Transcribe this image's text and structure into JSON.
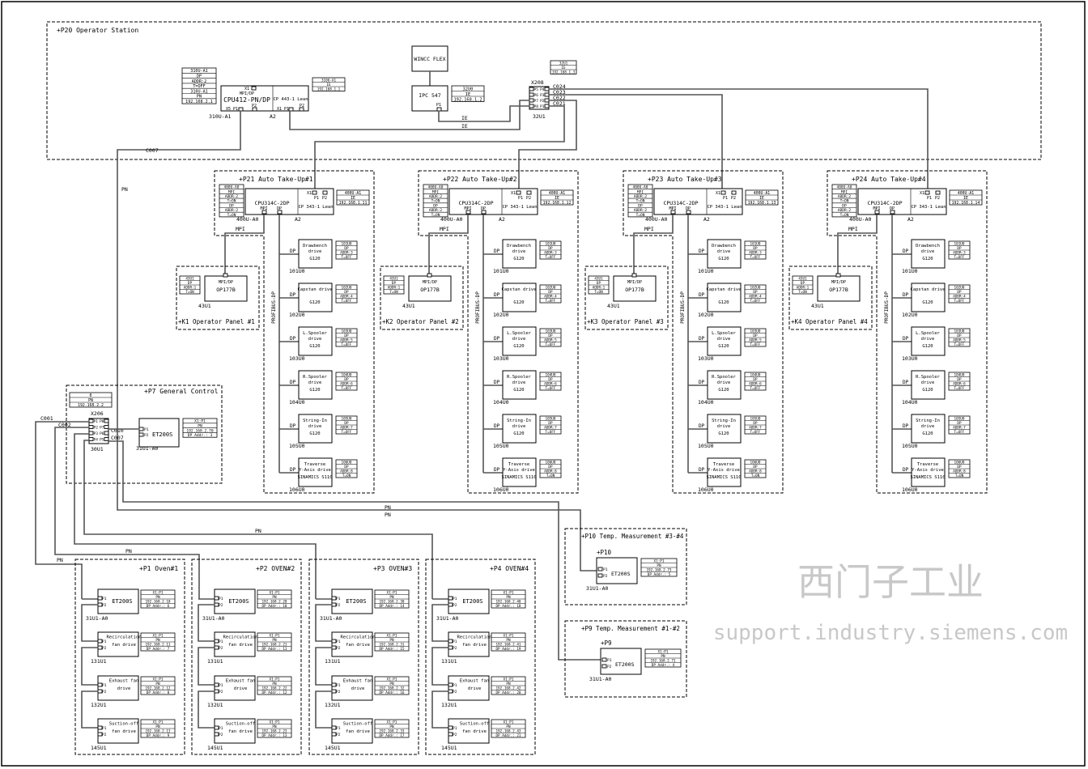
{
  "operator_station": {
    "title": "+P20 Operator Station",
    "cpu": {
      "name": "CPU412-PN/DP",
      "x1": "X1",
      "mpi": "MPI/DP",
      "p1": "X5 P1",
      "p2": "P2",
      "id": "310U-A1",
      "rack": "A2",
      "table": [
        "310U-A1",
        "DP",
        "ADDR:2",
        "T=OFF",
        "310U-A1",
        "PN",
        "192.168.2.1"
      ]
    },
    "cp": {
      "name": "CP 443-1 Lean",
      "p1": "X1 P1",
      "p2": "P2",
      "table": [
        "310U-A1",
        "IE",
        "192.168.1.1"
      ]
    },
    "wincc": "WINCC FLEX",
    "ipc": {
      "name": "IPC 547",
      "port": "P1",
      "table": [
        "32U0",
        "IE",
        "192.168.1.2"
      ]
    },
    "switch": {
      "name": "X208",
      "id": "32U1",
      "table": [
        "32U1",
        "IE",
        "192.168.1.3"
      ],
      "ports_left": [
        "P5",
        "P6",
        "P7",
        "P8"
      ],
      "ports_right": [
        "P4",
        "P3",
        "P2",
        "P1"
      ],
      "cables": [
        "C024",
        "C023",
        "C022",
        "C021"
      ]
    },
    "ie_labels": [
      "IE",
      "IE"
    ],
    "c007": "C007",
    "pn": "PN"
  },
  "take_up_common": {
    "cpu_name": "CPU314C-2DP",
    "cp_name": "CP 343-1 Lean",
    "cpu_table": [
      "400U-A0",
      "MPI",
      "ADDR:2",
      "T=ON",
      "DP",
      "ADDR:2",
      "T=ON"
    ],
    "mpi": "MPI",
    "dp": "DP",
    "x1": "X1",
    "p1": "P1",
    "p2": "P2",
    "cpu_id": "400U-A0",
    "rack": "A2",
    "bus_label": "PROFIBUS-DP",
    "mpi_label": "MPI",
    "op": {
      "name": "OP177B",
      "port": "MPI/DP",
      "id": "43U1",
      "table": [
        "43U1",
        "DP",
        "ADDR:1",
        "T=ON"
      ]
    },
    "drives": [
      {
        "l1": "Drawbench",
        "l2": "drive",
        "l3": "G120",
        "id": "101U0",
        "table": [
          "101U0",
          "DP",
          "ADDR:3",
          "T=OFF"
        ]
      },
      {
        "l1": "Capstan drive",
        "l2": "",
        "l3": "G120",
        "id": "102U0",
        "table": [
          "102U0",
          "DP",
          "ADDR:4",
          "T=OFF"
        ]
      },
      {
        "l1": "L.Spooler",
        "l2": "drive",
        "l3": "G120",
        "id": "103U0",
        "table": [
          "103U0",
          "DP",
          "ADDR:5",
          "T=OFF"
        ]
      },
      {
        "l1": "R.Spooler",
        "l2": "drive",
        "l3": "G120",
        "id": "104U0",
        "table": [
          "104U0",
          "DP",
          "ADDR:6",
          "T=OFF"
        ]
      },
      {
        "l1": "String-In",
        "l2": "drive",
        "l3": "G120",
        "id": "105U0",
        "table": [
          "105U0",
          "DP",
          "ADDR:7",
          "T=OFF"
        ]
      },
      {
        "l1": "Traverse",
        "l2": "Y-Axis drive",
        "l3": "SINAMICS S110",
        "id": "106U0",
        "table": [
          "106U0",
          "DP",
          "ADDR:8",
          "T=ON"
        ]
      }
    ]
  },
  "take_ups": [
    {
      "title": "+P21 Auto Take-Up#1",
      "op_title": "+K1 Operator Panel #1",
      "cp_table": [
        "400U-A1",
        "IE",
        "192.168.1.11"
      ]
    },
    {
      "title": "+P22 Auto Take-Up#2",
      "op_title": "+K2 Operator Panel #2",
      "cp_table": [
        "400U-A1",
        "IE",
        "192.168.1.12"
      ]
    },
    {
      "title": "+P23 Auto Take-Up#3",
      "op_title": "+K3 Operator Panel #3",
      "cp_table": [
        "400U-A1",
        "IE",
        "192.168.1.13"
      ]
    },
    {
      "title": "+P24 Auto Take-Up#4",
      "op_title": "+K4 Operator Panel #4",
      "cp_table": [
        "400U-A1",
        "IE",
        "192.168.1.14"
      ]
    }
  ],
  "general_control": {
    "title": "+P7 General Control",
    "switch_table": [
      "0",
      "PN",
      "192.168.2.2"
    ],
    "switch_name": "X206",
    "switch_id": "30U1",
    "ports_left": [
      "P1",
      "P2",
      "P3",
      "P4"
    ],
    "ports_right": [
      "P8",
      "P7",
      "P6",
      "P5"
    ],
    "cables": {
      "c001": "C001",
      "c002": "C002",
      "c010": "C010",
      "c007": "C007"
    },
    "et200": {
      "name": "ET200S",
      "p1": "P1",
      "p2": "P2",
      "id": "31U1-A0",
      "table": [
        "X1:P1",
        "PN",
        "192.168.2.70",
        "DP Addr.: 3"
      ]
    }
  },
  "wire_labels": [
    "PN",
    "PN",
    "PN",
    "PN",
    "PN"
  ],
  "ovens": [
    {
      "title": "+P1 Oven#1",
      "devices": [
        {
          "l1": "ET200S",
          "l2": "",
          "id": "31U1-A0",
          "table": [
            "X1:P1",
            "PN",
            "192.168.2.10",
            "DP Addr.: 6"
          ]
        },
        {
          "l1": "Recirculation",
          "l2": "fan drive",
          "id": "131U1",
          "table": [
            "X1:P1",
            "PN",
            "192.168.2.11",
            "DP Addr.: 7"
          ]
        },
        {
          "l1": "Exhaust fan",
          "l2": "drive",
          "id": "132U1",
          "table": [
            "X1:P1",
            "PN",
            "192.168.2.12",
            "DP Addr.: 8"
          ]
        },
        {
          "l1": "Suction-off",
          "l2": "fan drive",
          "id": "145U1",
          "table": [
            "X1:P1",
            "PN",
            "192.168.2.13",
            "DP Addr.: 9"
          ]
        }
      ]
    },
    {
      "title": "+P2 OVEN#2",
      "devices": [
        {
          "l1": "ET200S",
          "l2": "",
          "id": "31U1-A0",
          "table": [
            "X1:P1",
            "PN",
            "192.168.2.20",
            "DP Addr.: 10"
          ]
        },
        {
          "l1": "Recirculation",
          "l2": "fan drive",
          "id": "131U1",
          "table": [
            "X1:P1",
            "PN",
            "192.168.2.21",
            "DP Addr.: 11"
          ]
        },
        {
          "l1": "Exhaust fan",
          "l2": "drive",
          "id": "132U1",
          "table": [
            "X1:P1",
            "PN",
            "192.168.2.22",
            "DP Addr.: 12"
          ]
        },
        {
          "l1": "Suction-off",
          "l2": "fan drive",
          "id": "145U1",
          "table": [
            "X1:P1",
            "PN",
            "192.168.2.23",
            "DP Addr.: 13"
          ]
        }
      ]
    },
    {
      "title": "+P3 OVEN#3",
      "devices": [
        {
          "l1": "ET200S",
          "l2": "",
          "id": "31U1-A0",
          "table": [
            "X1:P1",
            "PN",
            "192.168.2.30",
            "DP Addr.: 14"
          ]
        },
        {
          "l1": "Recirculation",
          "l2": "fan drive",
          "id": "131U1",
          "table": [
            "X1:P1",
            "PN",
            "192.168.2.31",
            "DP Addr.: 15"
          ]
        },
        {
          "l1": "Exhaust fan",
          "l2": "drive",
          "id": "132U1",
          "table": [
            "X1:P1",
            "PN",
            "192.168.2.32",
            "DP Addr.: 16"
          ]
        },
        {
          "l1": "Suction-off",
          "l2": "fan drive",
          "id": "145U1",
          "table": [
            "X1:P1",
            "PN",
            "192.168.2.33",
            "DP Addr.: 17"
          ]
        }
      ]
    },
    {
      "title": "+P4 OVEN#4",
      "devices": [
        {
          "l1": "ET200S",
          "l2": "",
          "id": "31U1-A0",
          "table": [
            "X1:P1",
            "PN",
            "192.168.2.40",
            "DP Addr.: 18"
          ]
        },
        {
          "l1": "Recirculation",
          "l2": "fan drive",
          "id": "131U1",
          "table": [
            "X1:P1",
            "PN",
            "192.168.2.41",
            "DP Addr.: 19"
          ]
        },
        {
          "l1": "Exhaust fan",
          "l2": "drive",
          "id": "132U1",
          "table": [
            "X1:P1",
            "PN",
            "192.168.2.42",
            "DP Addr.: 20"
          ]
        },
        {
          "l1": "Suction-off",
          "l2": "fan drive",
          "id": "145U1",
          "table": [
            "X1:P1",
            "PN",
            "192.168.2.43",
            "DP Addr.: 21"
          ]
        }
      ]
    }
  ],
  "temp_panels": [
    {
      "title": "+P10 Temp. Measurement #3-#4",
      "tag": "+P10",
      "name": "ET200S",
      "p1": "P1",
      "p2": "P2",
      "id": "31U1-A0",
      "table": [
        "X1:P1",
        "PN",
        "192.168.2.73",
        "DP Addr.: 5"
      ]
    },
    {
      "title": "+P9 Temp. Measurement #1-#2",
      "tag": "+P9",
      "name": "ET200S",
      "p1": "P1",
      "p2": "P2",
      "id": "31U1-A0",
      "table": [
        "X1:P1",
        "PN",
        "192.168.2.71",
        "DP Addr.: 4"
      ]
    }
  ],
  "watermark": {
    "line1": "西门子工业",
    "line2": "support.industry.siemens.com"
  }
}
